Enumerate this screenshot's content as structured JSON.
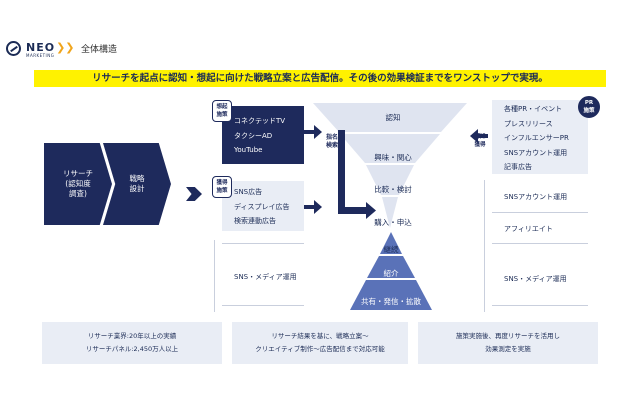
{
  "header": {
    "logo_name": "NEO",
    "logo_sub": "MARKETING",
    "page_title": "全体構造"
  },
  "headline": "リサーチを起点に認知・想起に向けた戦略立案と広告配信。その後の効果検証までをワンストップで実現。",
  "chevrons": {
    "research": "リサーチ\n(認知度\n調査)",
    "strategy": "戦略\n設計"
  },
  "left_column": {
    "tag_recall": "想起\n施策",
    "tag_acquire": "獲得\n施策",
    "recall_items": [
      "コネクテッドTV",
      "タクシーAD",
      "YouTube"
    ],
    "acquire_items": [
      "SNS広告",
      "ディスプレイ広告",
      "検索連動広告"
    ],
    "sns_media": "SNS・メディア運用"
  },
  "funnel": {
    "stages": [
      "認知",
      "興味・関心",
      "比較・検討",
      "購入・申込"
    ],
    "pyramid": [
      "継続",
      "紹介",
      "共有・発信・拡散"
    ],
    "vertical_label": "指名検索"
  },
  "right_column": {
    "tag_pr": "PR\n施策",
    "tag_awareness": "認知\n獲得",
    "pr_items": [
      "各種PR・イベント",
      "プレスリリース",
      "インフルエンサーPR",
      "SNSアカウント運用",
      "記事広告"
    ],
    "sns_account": "SNSアカウント運用",
    "affiliate": "アフィリエイト",
    "sns_media": "SNS・メディア運用"
  },
  "footer": {
    "left": [
      "リサーチ業界:20年以上の実績",
      "リサーチパネル:2,450万人以上"
    ],
    "middle": [
      "リサーチ結果を基に、戦略立案〜",
      "クリエイティブ制作〜広告配信まで対応可能"
    ],
    "right": [
      "施策実施後、再度リサーチを活用し",
      "効果測定を実施"
    ]
  },
  "colors": {
    "navy": "#1e2a5c",
    "light_panel": "#e9edf5",
    "funnel_light": "#dfe4f0",
    "pyramid_blue": "#5a72b8",
    "highlight": "#fff200",
    "accent": "#f0a51c"
  }
}
